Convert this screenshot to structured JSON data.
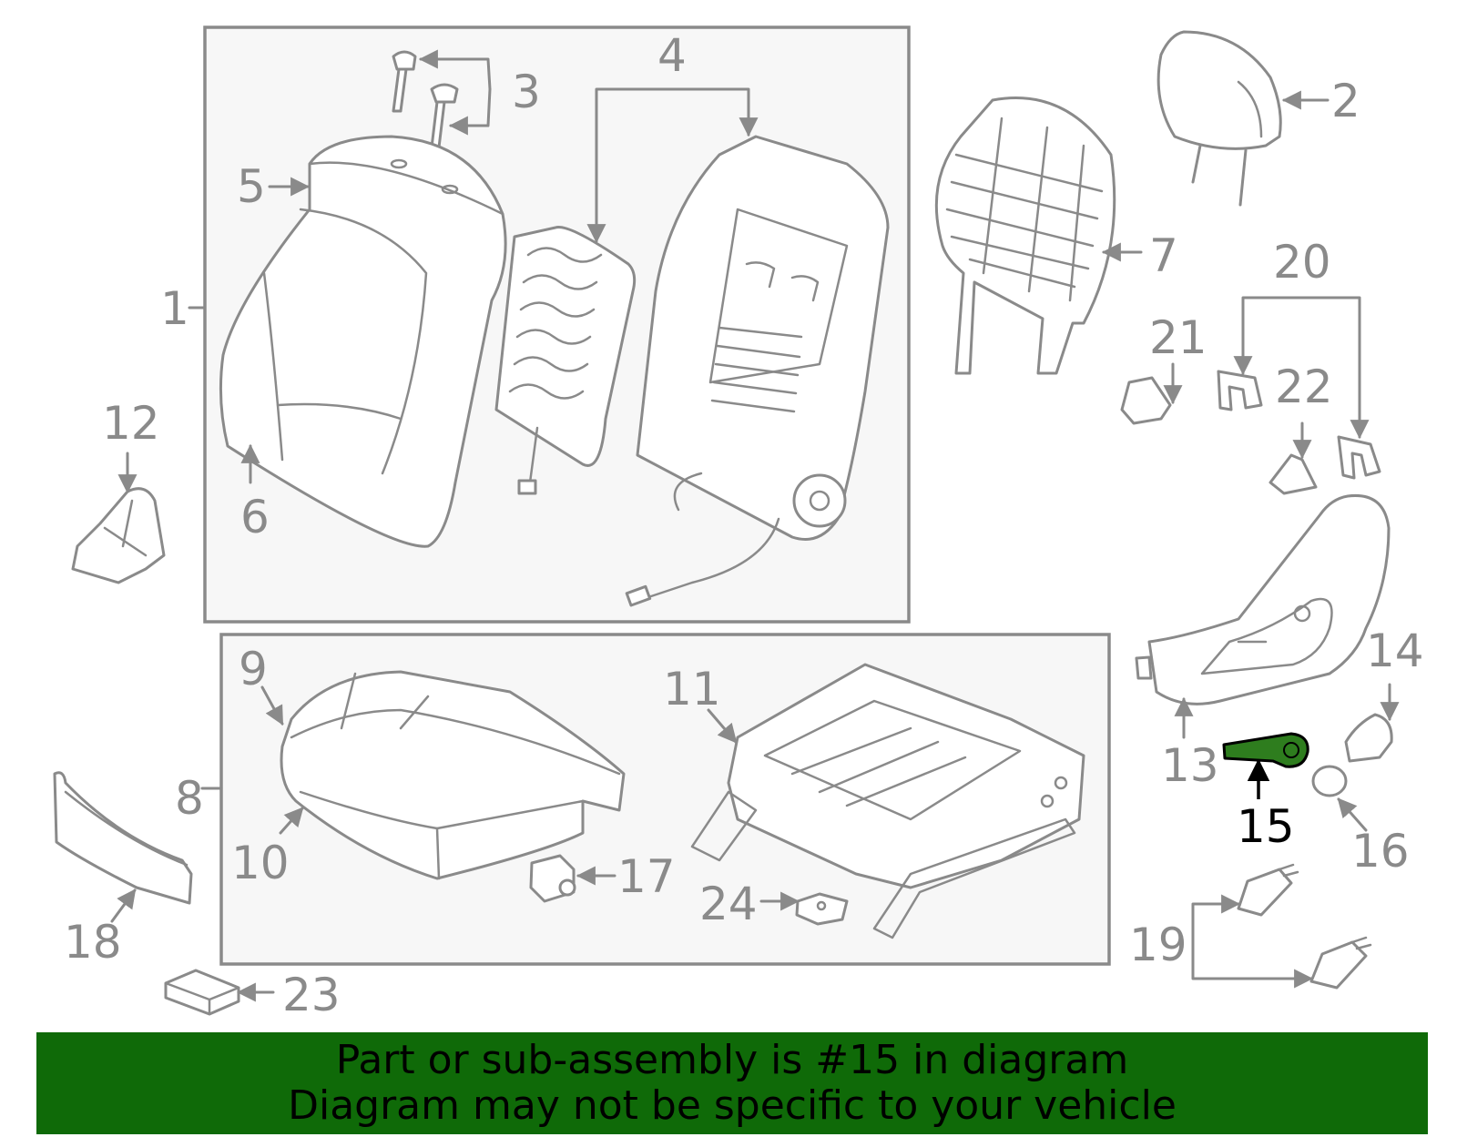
{
  "diagram": {
    "highlight_color": "#2e7d1e",
    "banner_color": "#0f6a08",
    "highlighted_part": "15",
    "callouts": [
      "1",
      "2",
      "3",
      "4",
      "5",
      "6",
      "7",
      "8",
      "9",
      "10",
      "11",
      "12",
      "13",
      "14",
      "15",
      "16",
      "17",
      "18",
      "19",
      "20",
      "21",
      "22",
      "23",
      "24"
    ]
  },
  "banner": {
    "line1": "Part or sub-assembly is #15 in diagram",
    "line2": "Diagram may not be specific to your vehicle"
  }
}
